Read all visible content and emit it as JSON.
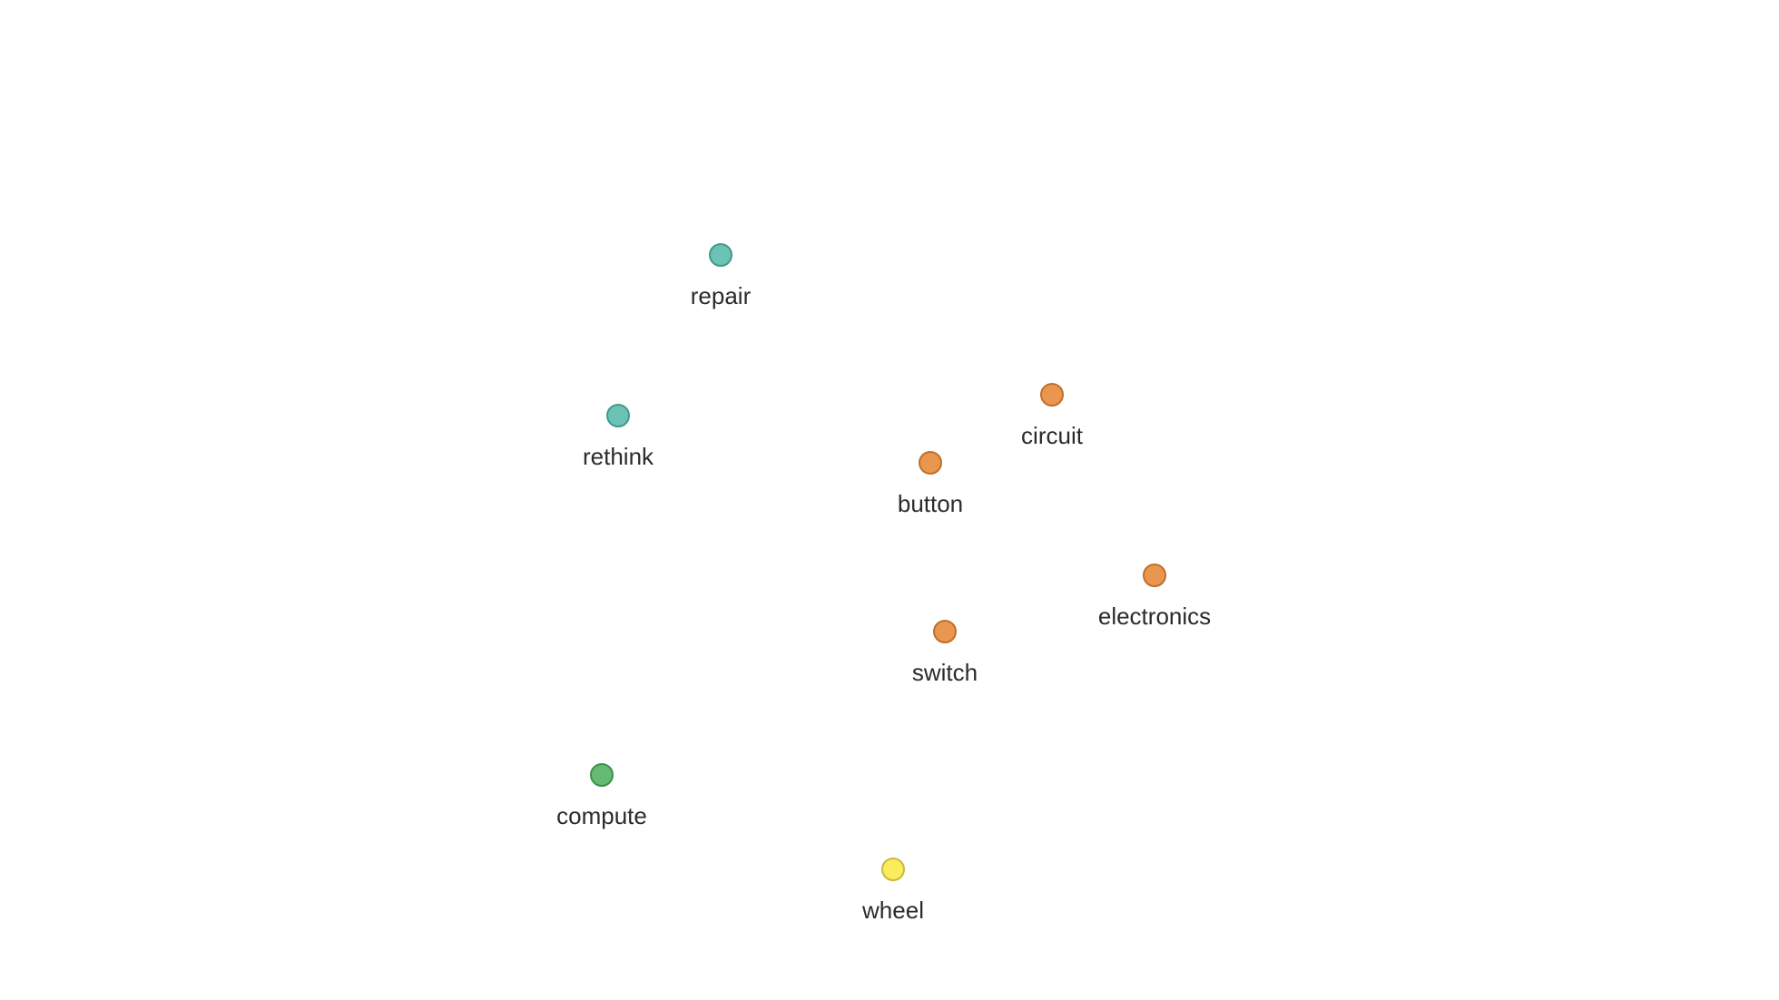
{
  "nodes": [
    {
      "id": "repair",
      "label": "repair",
      "group": "teal"
    },
    {
      "id": "rethink",
      "label": "rethink",
      "group": "teal"
    },
    {
      "id": "circuit",
      "label": "circuit",
      "group": "orange"
    },
    {
      "id": "button",
      "label": "button",
      "group": "orange"
    },
    {
      "id": "electronics",
      "label": "electronics",
      "group": "orange"
    },
    {
      "id": "switch",
      "label": "switch",
      "group": "orange"
    },
    {
      "id": "compute",
      "label": "compute",
      "group": "green"
    },
    {
      "id": "wheel",
      "label": "wheel",
      "group": "yellow"
    }
  ],
  "groups": {
    "teal": {
      "fill": "#6cc3b5",
      "stroke": "#3f9a8b"
    },
    "orange": {
      "fill": "#e9964f",
      "stroke": "#c06f2c"
    },
    "green": {
      "fill": "#66bb74",
      "stroke": "#3d8f4a"
    },
    "yellow": {
      "fill": "#fbec5d",
      "stroke": "#c9b83a"
    }
  }
}
